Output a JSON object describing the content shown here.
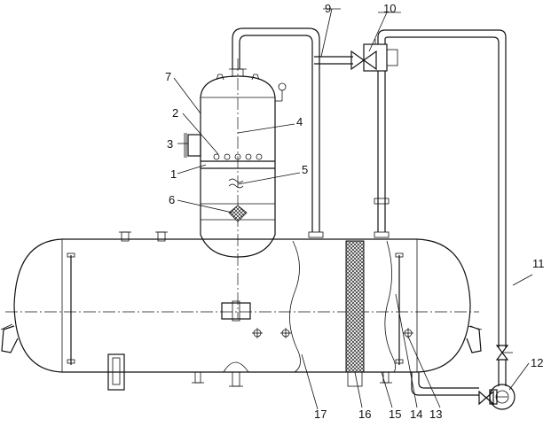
{
  "diagram": {
    "callouts": [
      {
        "id": "1",
        "text": "1"
      },
      {
        "id": "2",
        "text": "2"
      },
      {
        "id": "3",
        "text": "3"
      },
      {
        "id": "4",
        "text": "4"
      },
      {
        "id": "5",
        "text": "5"
      },
      {
        "id": "6",
        "text": "6"
      },
      {
        "id": "7",
        "text": "7"
      },
      {
        "id": "9",
        "text": "9"
      },
      {
        "id": "10",
        "text": "10"
      },
      {
        "id": "11",
        "text": "11"
      },
      {
        "id": "12",
        "text": "12"
      },
      {
        "id": "13",
        "text": "13"
      },
      {
        "id": "14",
        "text": "14"
      },
      {
        "id": "15",
        "text": "15"
      },
      {
        "id": "16",
        "text": "16"
      },
      {
        "id": "17",
        "text": "17"
      }
    ]
  }
}
